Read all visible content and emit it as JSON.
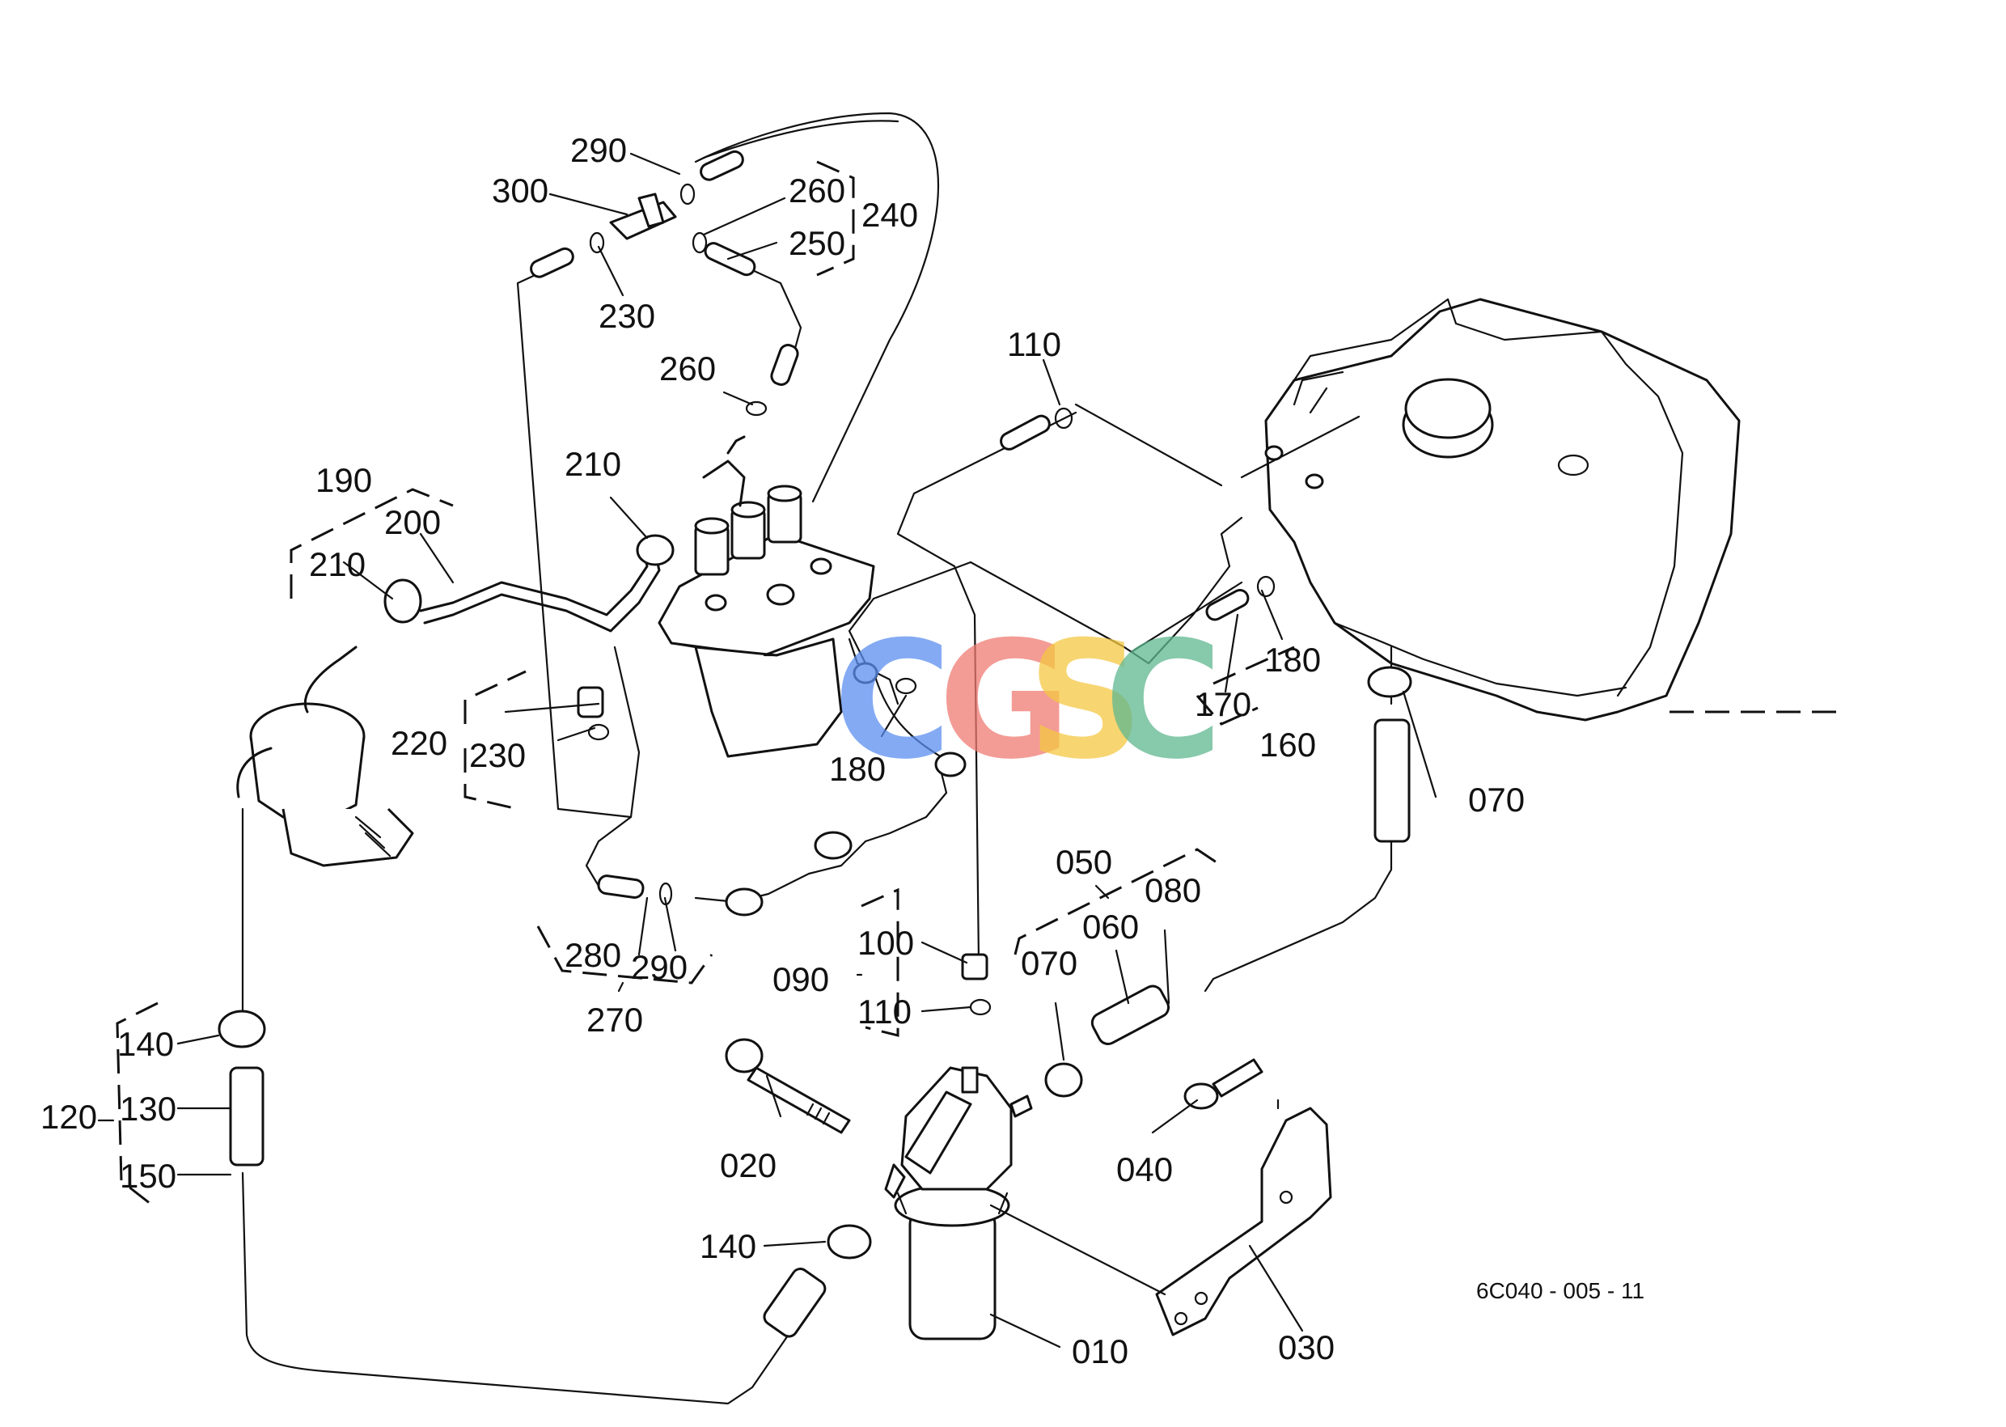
{
  "diagram": {
    "drawing_code": "6C040 - 005 - 11",
    "watermark": {
      "letters": [
        "C",
        "G",
        "S",
        "C"
      ],
      "colors": [
        "#5b8ef0",
        "#f07a72",
        "#f5c842",
        "#5fb890"
      ]
    },
    "labels": {
      "p010": "010",
      "p020": "020",
      "p030": "030",
      "p040": "040",
      "p050": "050",
      "p060": "060",
      "p070a": "070",
      "p070b": "070",
      "p080": "080",
      "p090": "090",
      "p100": "100",
      "p110a": "110",
      "p110b": "110",
      "p120": "120",
      "p130": "130",
      "p140a": "140",
      "p140b": "140",
      "p150": "150",
      "p160": "160",
      "p170": "170",
      "p180a": "180",
      "p180b": "180",
      "p190": "190",
      "p200": "200",
      "p210a": "210",
      "p210b": "210",
      "p220": "220",
      "p230a": "230",
      "p230b": "230",
      "p240": "240",
      "p250": "250",
      "p260a": "260",
      "p260b": "260",
      "p270": "270",
      "p280": "280",
      "p290a": "290",
      "p290b": "290",
      "p300": "300"
    }
  }
}
